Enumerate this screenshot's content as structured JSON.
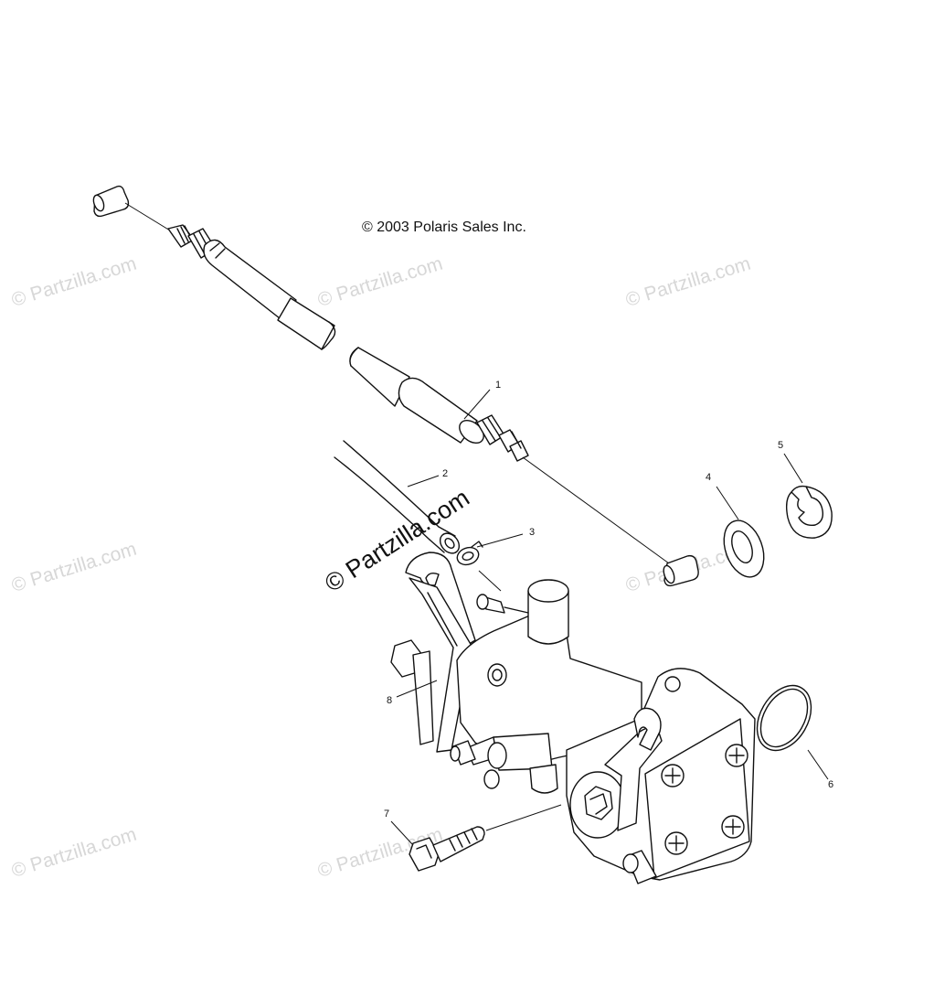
{
  "copyright": "© 2003 Polaris Sales Inc.",
  "watermark_text": "© Partzilla.com",
  "callouts": [
    {
      "id": "1",
      "label": "1"
    },
    {
      "id": "2",
      "label": "2"
    },
    {
      "id": "3",
      "label": "3"
    },
    {
      "id": "4",
      "label": "4"
    },
    {
      "id": "5",
      "label": "5"
    },
    {
      "id": "6",
      "label": "6"
    },
    {
      "id": "7",
      "label": "7"
    },
    {
      "id": "8",
      "label": "8"
    }
  ]
}
